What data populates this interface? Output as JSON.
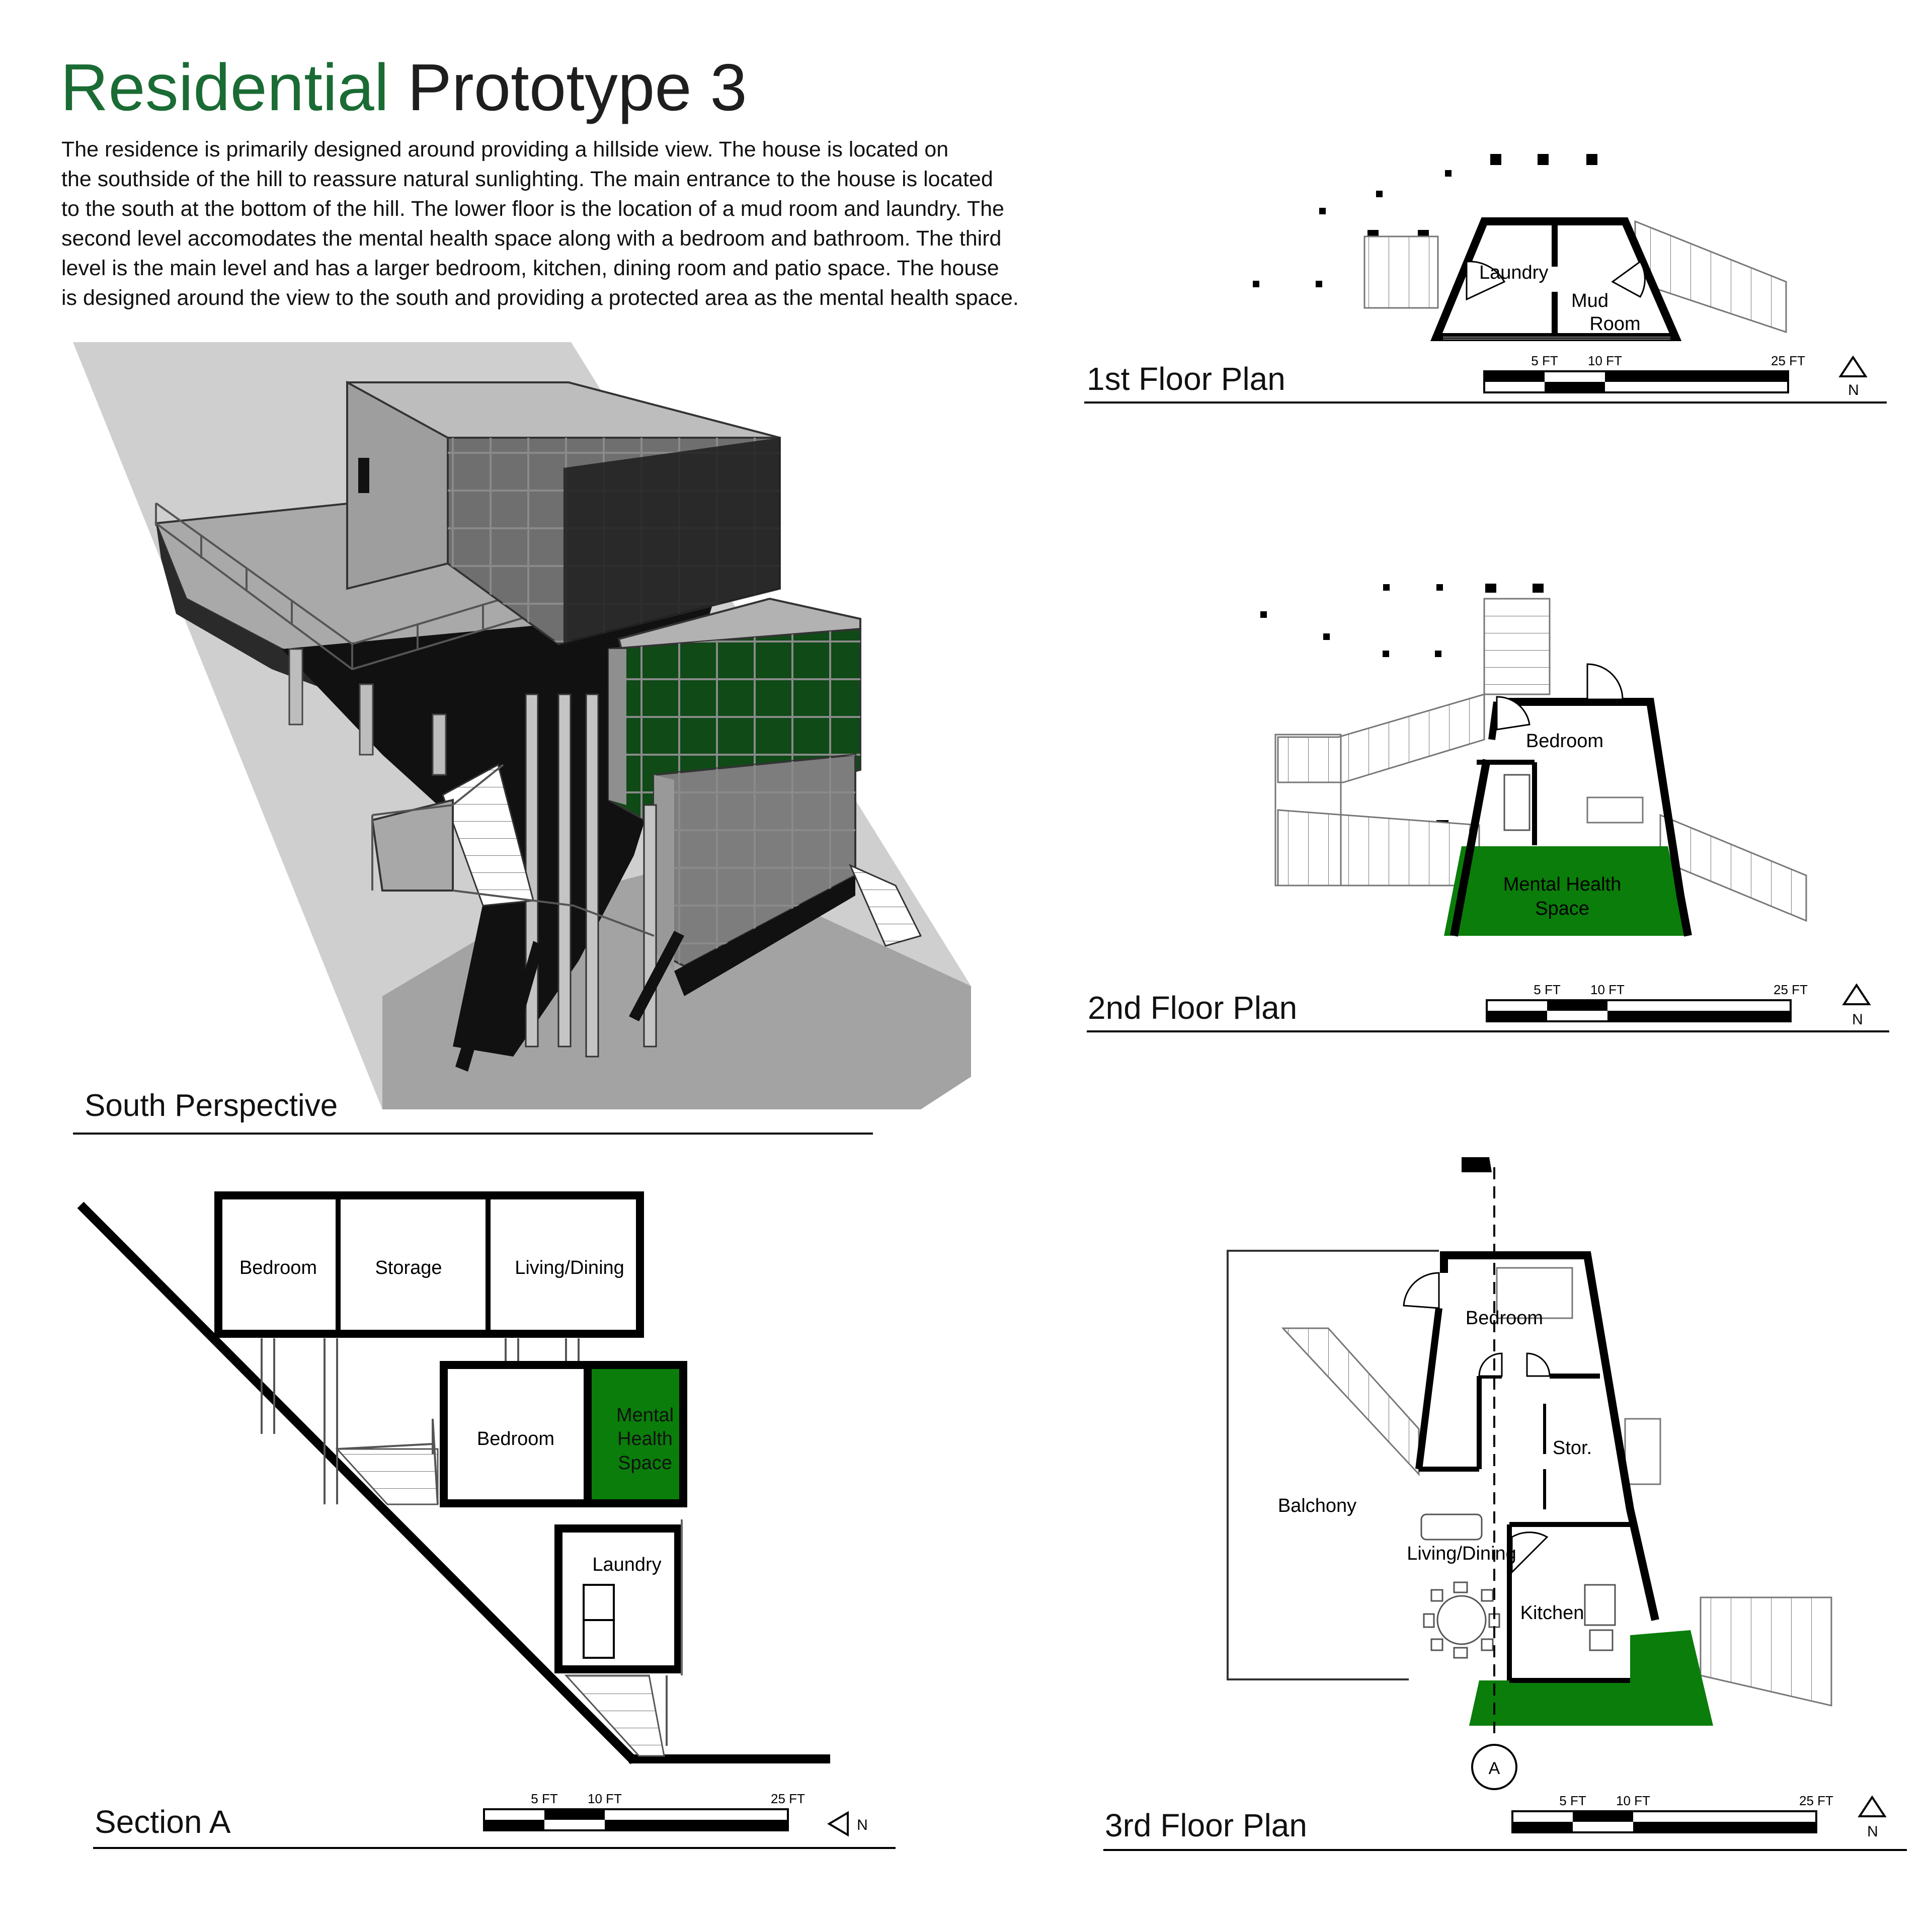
{
  "header": {
    "title_part1": "Residential",
    "title_part2": "Prototype 3",
    "description_lines": [
      "The residence is primarily designed around providing a hillside view. The house is located on",
      "the southside of the hill to reassure natural sunlighting. The main entrance to the house is located",
      "to the south at the bottom of the hill. The lower floor is the location of a mud room and laundry. The",
      "second level accomodates the mental health space along with a bedroom and bathroom. The third",
      "level is the main level and has a larger bedroom, kitchen, dining room and patio space. The house",
      "is designed around the view to the south and providing a protected area as the mental health space."
    ]
  },
  "colors": {
    "accent_green": "#0a7d0a",
    "title_green": "#1a6b34",
    "glass_green": "#0f4a17",
    "text": "#111111",
    "line": "#000000"
  },
  "perspective": {
    "caption": "South Perspective"
  },
  "floor1": {
    "caption": "1st Floor Plan",
    "rooms": [
      "Laundry",
      "Mud",
      "Room"
    ]
  },
  "floor2": {
    "caption": "2nd Floor Plan",
    "rooms": [
      "Bedroom",
      "Mental Health",
      "Space"
    ]
  },
  "floor3": {
    "caption": "3rd Floor Plan",
    "rooms": [
      "Bedroom",
      "Stor.",
      "Balchony",
      "Living/Dining",
      "Kitchen"
    ],
    "section_marker": "A"
  },
  "section": {
    "caption": "Section A",
    "rooms": [
      "Bedroom",
      "Storage",
      "Living/Dining",
      "Bedroom",
      "Mental",
      "Health",
      "Space",
      "Laundry"
    ]
  },
  "scale_bar": {
    "labels": [
      "5 FT",
      "10 FT",
      "25 FT"
    ]
  },
  "north": {
    "label": "N"
  }
}
